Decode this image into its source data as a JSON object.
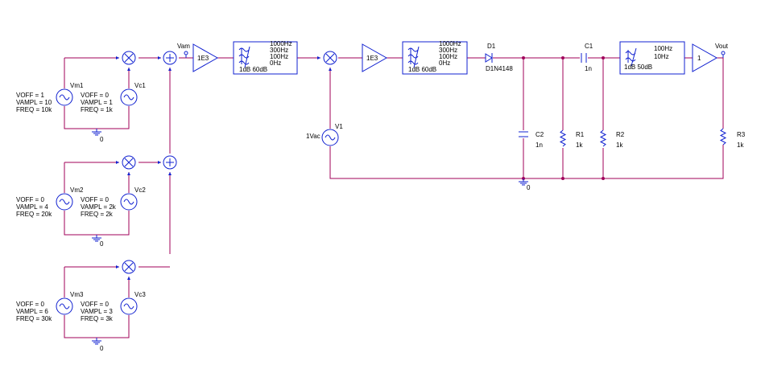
{
  "sources": {
    "vm1": {
      "name": "Vm1",
      "voff": "VOFF = 1",
      "vampl": "VAMPL = 10",
      "freq": "FREQ = 10k"
    },
    "vc1": {
      "name": "Vc1",
      "voff": "VOFF = 0",
      "vampl": "VAMPL = 1",
      "freq": "FREQ = 1k"
    },
    "vm2": {
      "name": "Vm2",
      "voff": "VOFF = 0",
      "vampl": "VAMPL = 4",
      "freq": "FREQ = 20k"
    },
    "vc2": {
      "name": "Vc2",
      "voff": "VOFF = 0",
      "vampl": "VAMPL = 2k",
      "freq": "FREQ = 2k"
    },
    "vm3": {
      "name": "Vm3",
      "voff": "VOFF = 0",
      "vampl": "VAMPL = 6",
      "freq": "FREQ = 30k"
    },
    "vc3": {
      "name": "Vc3",
      "voff": "VOFF = 0",
      "vampl": "VAMPL = 3",
      "freq": "FREQ = 3k"
    },
    "v1": {
      "name": "V1",
      "value": "1Vac"
    }
  },
  "grounds": {
    "g1": "0",
    "g2": "0",
    "g3": "0",
    "g4": "0"
  },
  "nets": {
    "vam": "Vam",
    "vout": "Vout"
  },
  "gains": {
    "g1": "1E3",
    "g2": "1E3",
    "g3": "1"
  },
  "filters": {
    "f1": {
      "f1": "1000Hz",
      "f2": "300Hz",
      "f3": "100Hz",
      "f4": "0Hz",
      "att": "1dB  60dB"
    },
    "f2": {
      "f1": "1000Hz",
      "f2": "300Hz",
      "f3": "100Hz",
      "f4": "0Hz",
      "att": "1dB  60dB"
    },
    "f3": {
      "f1": "100Hz",
      "f2": "10Hz",
      "att": "1dB   50dB"
    }
  },
  "parts": {
    "d1": {
      "name": "D1",
      "value": "D1N4148"
    },
    "c1": {
      "name": "C1",
      "value": "1n"
    },
    "c2": {
      "name": "C2",
      "value": "1n"
    },
    "r1": {
      "name": "R1",
      "value": "1k"
    },
    "r2": {
      "name": "R2",
      "value": "1k"
    },
    "r3": {
      "name": "R3",
      "value": "1k"
    }
  }
}
